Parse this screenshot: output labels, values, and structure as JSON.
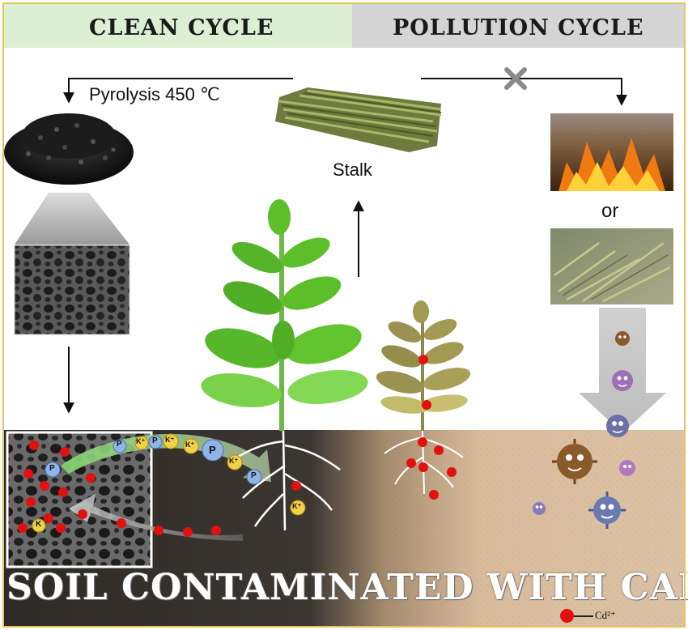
{
  "header": {
    "clean_cycle": "CLEAN CYCLE",
    "pollution_cycle": "POLLUTION CYCLE"
  },
  "labels": {
    "pyrolysis": "Pyrolysis 450 ℃",
    "stalk": "Stalk",
    "or": "or",
    "soil_title": "SOIL CONTAMINATED WITH CADMIUM",
    "legend_ion": "Cd²⁺"
  },
  "nutrients": {
    "phosphorus": "P",
    "potassium": "K⁺",
    "potassium_short": "K"
  },
  "colors": {
    "clean_header": "#dcefd3",
    "pollution_header": "#d5d5d5",
    "cadmium": "#e31010",
    "healthy_leaf": "#5cbf2a",
    "sick_leaf": "#a29a52",
    "frame": "#e6c35a"
  },
  "icons": [
    "biochar-pile",
    "sem-micrograph",
    "stalk-bundle",
    "fire-photo",
    "stalk-field-photo",
    "virus-icon",
    "cross-icon"
  ]
}
